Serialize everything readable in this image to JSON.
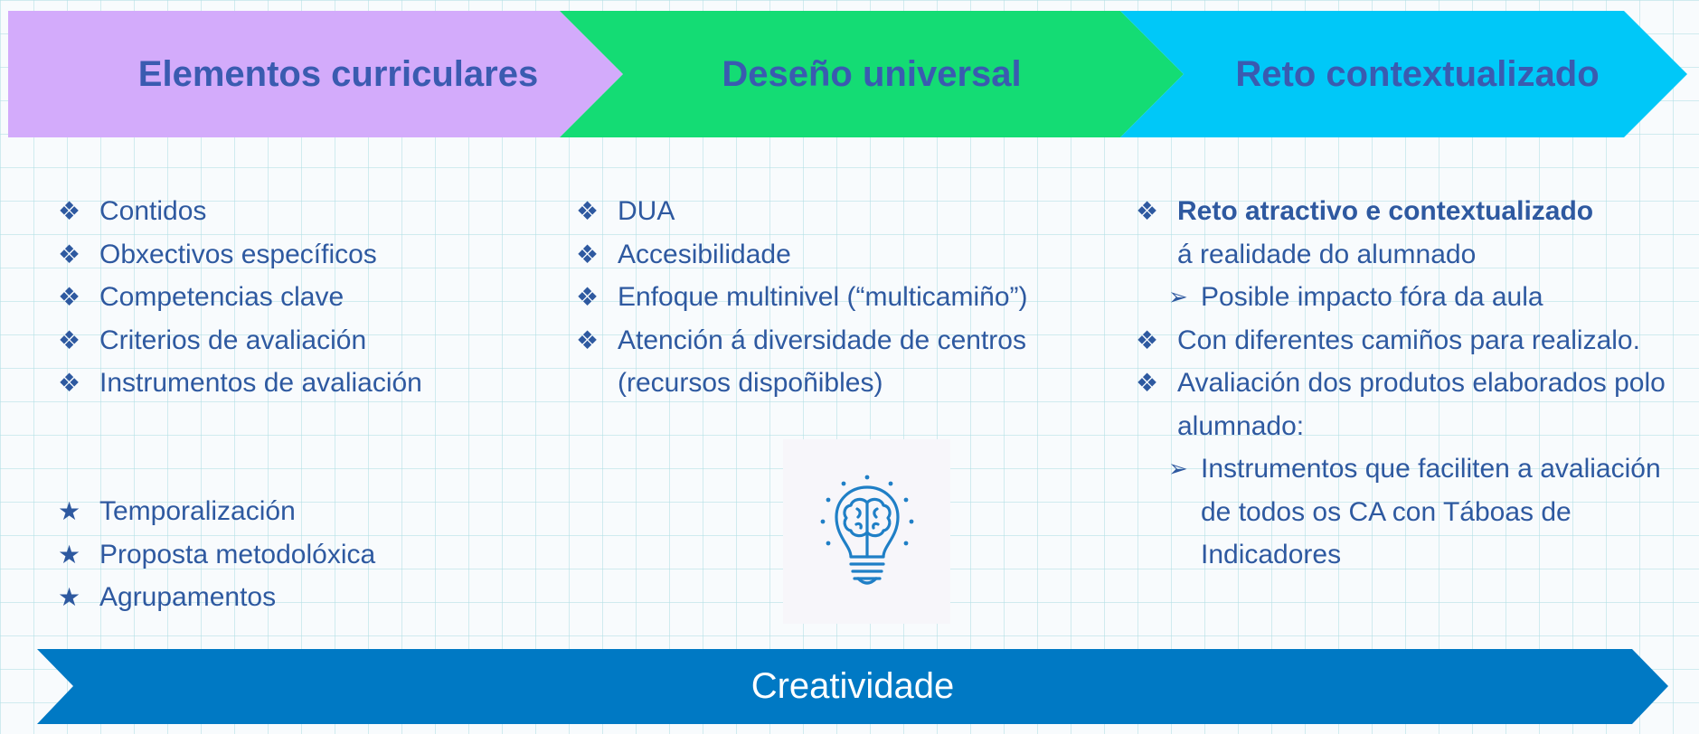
{
  "arrows": [
    {
      "title": "Elementos curriculares",
      "color": "#d3abfb"
    },
    {
      "title": "Deseño universal",
      "color": "#14dc74"
    },
    {
      "title": "Reto contextualizado",
      "color": "#00c8f8"
    }
  ],
  "bottom_arrow": {
    "title": "Creatividade",
    "color": "#0079c4"
  },
  "bullet_symbols": {
    "diamond": "❖",
    "star": "★",
    "arrowhead": "➢"
  },
  "columns": {
    "curricular": {
      "items": [
        "Contidos",
        "Obxectivos específicos",
        "Competencias clave",
        "Criterios de avaliación",
        "Instrumentos de avaliación"
      ],
      "star_items": [
        "Temporalización",
        "Proposta metodolóxica",
        "Agrupamentos"
      ]
    },
    "universal": {
      "items": [
        "DUA",
        "Accesibilidade",
        "Enfoque multinivel (“multicamiño”)",
        "Atención á diversidade de centros (recursos dispoñibles)"
      ]
    },
    "reto": {
      "item1_bold": "Reto atractivo e contextualizado",
      "item1_rest": "á realidade do alumnado",
      "item1_sub": "Posible impacto fóra da aula",
      "item2": "Con diferentes camiños para realizalo.",
      "item3": "Avaliación dos produtos elaborados polo alumnado:",
      "item3_sub": "Instrumentos que faciliten a avaliación de todos os CA con Táboas de Indicadores"
    }
  },
  "icon": {
    "name": "lightbulb-brain-icon",
    "color": "#1f7fc6"
  }
}
